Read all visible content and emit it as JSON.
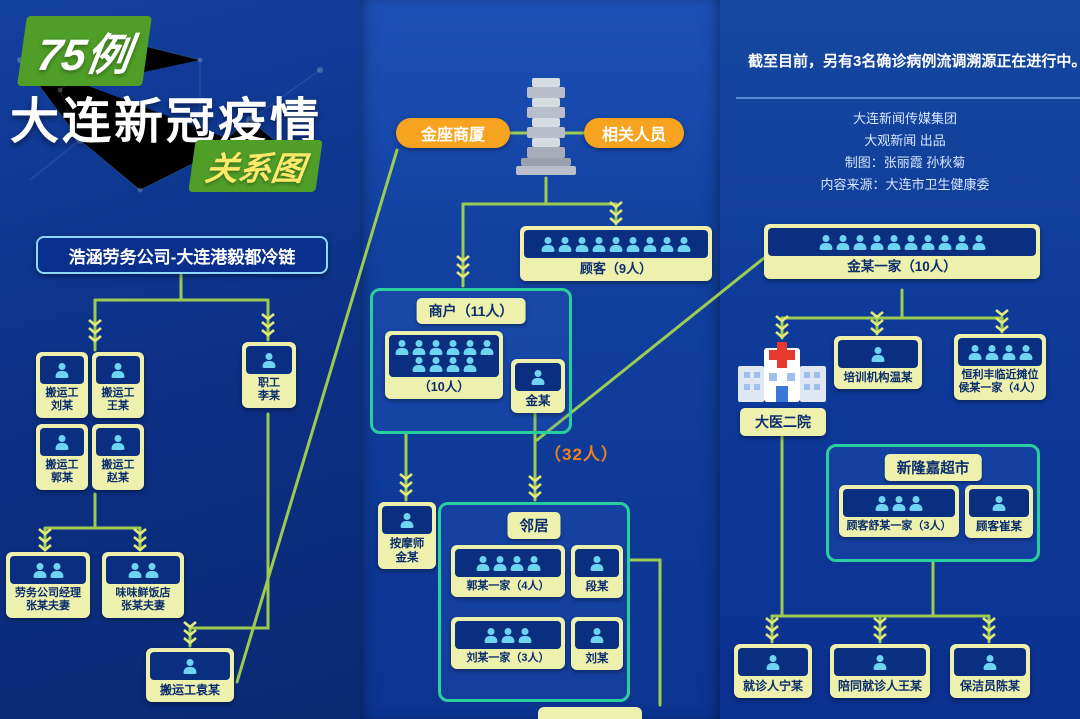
{
  "title": {
    "cases": "75例",
    "main": "大连新冠疫情",
    "sub": "关系图"
  },
  "left": {
    "company_badge": "浩涵劳务公司-大连港毅都冷链",
    "nodes": {
      "liu": {
        "label": "搬运工\n刘某",
        "count": 1
      },
      "wang": {
        "label": "搬运工\n王某",
        "count": 1
      },
      "guo": {
        "label": "搬运工\n郭某",
        "count": 1
      },
      "zhao": {
        "label": "搬运工\n赵某",
        "count": 1
      },
      "li": {
        "label": "职工\n李某",
        "count": 1
      },
      "manager": {
        "label": "劳务公司经理\n张某夫妻",
        "count": 2
      },
      "restaurant": {
        "label": "味味鲜饭店\n张某夫妻",
        "count": 2
      },
      "yuan": {
        "label": "搬运工袁某",
        "count": 1
      }
    }
  },
  "middle": {
    "building_label_left": "金座商厦",
    "building_label_right": "相关人员",
    "customers": {
      "label": "顾客（9人）",
      "count": 9
    },
    "merchants": {
      "title": "商户（11人）",
      "ten": {
        "label": "（10人）",
        "count": 10
      },
      "jin": {
        "label": "金某",
        "count": 1
      }
    },
    "thirty_two": "（32人）",
    "masseur": {
      "label": "按摩师\n金某",
      "count": 1
    },
    "neighbors": {
      "title": "邻居",
      "guo_family": {
        "label": "郭某一家（4人）",
        "count": 4
      },
      "duan": {
        "label": "段某",
        "count": 1
      },
      "liu_family": {
        "label": "刘某一家（3人）",
        "count": 3
      },
      "liu": {
        "label": "刘某",
        "count": 1
      }
    }
  },
  "right": {
    "note": "截至目前，另有3名确诊病例流调溯源正在进行中。",
    "credits": [
      "大连新闻传媒集团",
      "大观新闻 出品",
      "制图：张丽霞 孙秋菊",
      "内容来源：大连市卫生健康委"
    ],
    "jin_family": {
      "label": "金某一家（10人）",
      "count": 10
    },
    "hospital": "大医二院",
    "training": {
      "label": "培训机构温某",
      "count": 1
    },
    "stall": {
      "label": "恒利丰临近摊位\n侯某一家（4人）",
      "count": 4
    },
    "supermarket": {
      "title": "新隆嘉超市",
      "shu_family": {
        "label": "顾客舒某一家（3人）",
        "count": 3
      },
      "cui": {
        "label": "顾客崔某",
        "count": 1
      }
    },
    "patient": {
      "label": "就诊人宁某",
      "count": 1
    },
    "companion": {
      "label": "陪同就诊人王某",
      "count": 1
    },
    "cleaner": {
      "label": "保洁员陈某",
      "count": 1
    }
  },
  "colors": {
    "background": "#0c3390",
    "node_yellow": "#eef0ad",
    "label_blue": "#0a2d6e",
    "person_blue": "#6fd4f2",
    "line_green": "#a4d44e",
    "arrow_yellow": "#e3e87a",
    "group_border_teal": "#2acf9e",
    "accent_orange": "#f6a41f",
    "badge_border": "#8fd8f8",
    "title_green": "#4f9e28"
  }
}
